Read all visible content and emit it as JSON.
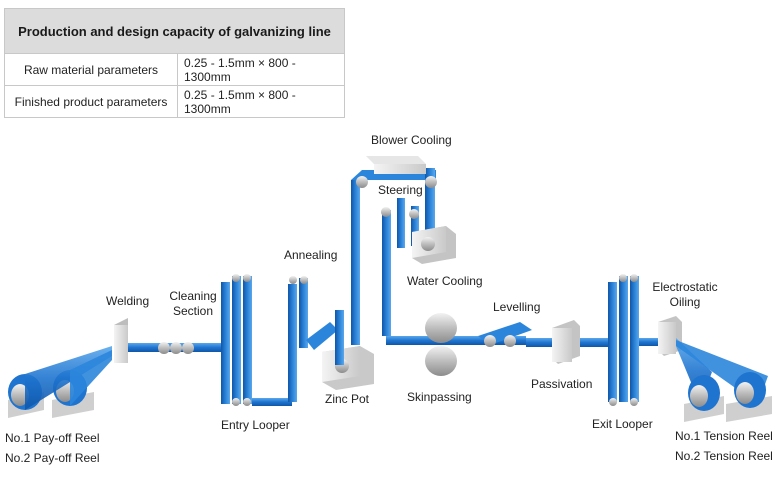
{
  "table": {
    "header": "Production and design capacity of galvanizing line",
    "rows": [
      {
        "label": "Raw material parameters",
        "value": "0.25 - 1.5mm × 800 - 1300mm"
      },
      {
        "label": "Finished product parameters",
        "value": "0.25 - 1.5mm × 800 - 1300mm"
      }
    ]
  },
  "labels": {
    "blower_cooling": "Blower Cooling",
    "steering": "Steering",
    "annealing": "Annealing",
    "water_cooling": "Water Cooling",
    "welding": "Welding",
    "cleaning_section_1": "Cleaning",
    "cleaning_section_2": "Section",
    "levelling": "Levelling",
    "electrostatic_oiling_1": "Electrostatic",
    "electrostatic_oiling_2": "Oiling",
    "passivation": "Passivation",
    "zinc_pot": "Zinc Pot",
    "skinpassing": "Skinpassing",
    "entry_looper": "Entry Looper",
    "exit_looper": "Exit Looper",
    "payoff_reel_1": "No.1 Pay-off Reel",
    "payoff_reel_2": "No.2 Pay-off Reel",
    "tension_reel_1": "No.1 Tension Reel",
    "tension_reel_2": "No.2 Tension Reel"
  },
  "colors": {
    "strip_blue": "#1f74cf",
    "strip_light": "#5aa8ec",
    "roller_grey": "#b5b5b5",
    "table_header_bg": "#dcdcdc"
  }
}
